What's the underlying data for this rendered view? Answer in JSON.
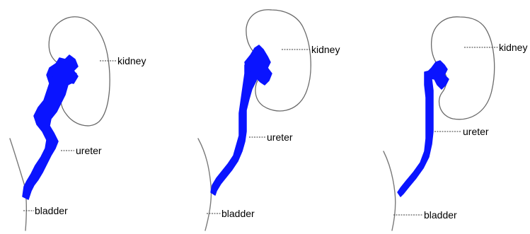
{
  "colors": {
    "contrast": "#0a14ff",
    "outline": "#6a6a6a",
    "background": "#ffffff"
  },
  "panels": [
    {
      "kidney_label": "kidney",
      "ureter_label": "ureter",
      "bladder_label": "bladder"
    },
    {
      "kidney_label": "kidney",
      "ureter_label": "ureter",
      "bladder_label": "bladder"
    },
    {
      "kidney_label": "kidney",
      "ureter_label": "ureter",
      "bladder_label": "bladder"
    }
  ]
}
